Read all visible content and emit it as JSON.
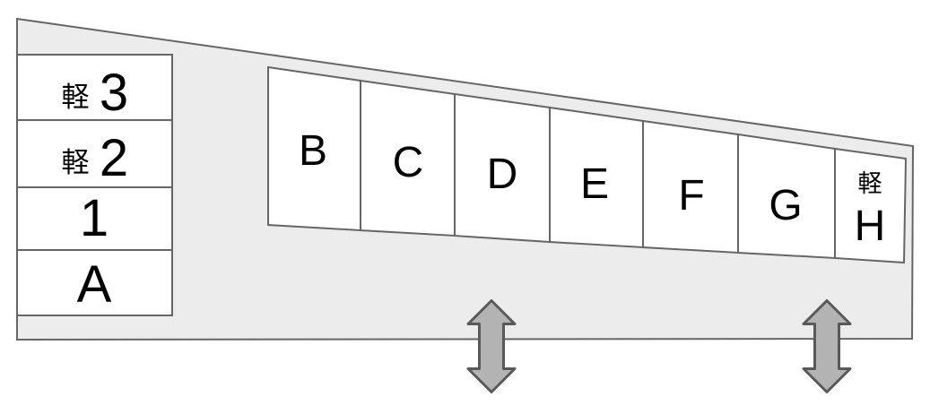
{
  "colors": {
    "background": "#ffffff",
    "lot_fill": "#ececec",
    "lot_border": "#666666",
    "space_fill": "#ffffff",
    "space_border": "#666666",
    "arrow_fill": "#b3b3b3",
    "arrow_border": "#595959",
    "label_color": "#000000"
  },
  "left_column": {
    "spaces": [
      {
        "tag": "軽",
        "label": "3"
      },
      {
        "tag": "軽",
        "label": "2"
      },
      {
        "tag": "",
        "label": "1"
      },
      {
        "tag": "",
        "label": "A"
      }
    ]
  },
  "top_row": {
    "spaces": [
      {
        "tag": "",
        "label": "B"
      },
      {
        "tag": "",
        "label": "C"
      },
      {
        "tag": "",
        "label": "D"
      },
      {
        "tag": "",
        "label": "E"
      },
      {
        "tag": "",
        "label": "F"
      },
      {
        "tag": "",
        "label": "G"
      },
      {
        "tag": "軽",
        "label": "H"
      }
    ]
  },
  "entrances": [
    {
      "icon": "up-down-double-arrow"
    },
    {
      "icon": "up-down-double-arrow"
    }
  ]
}
